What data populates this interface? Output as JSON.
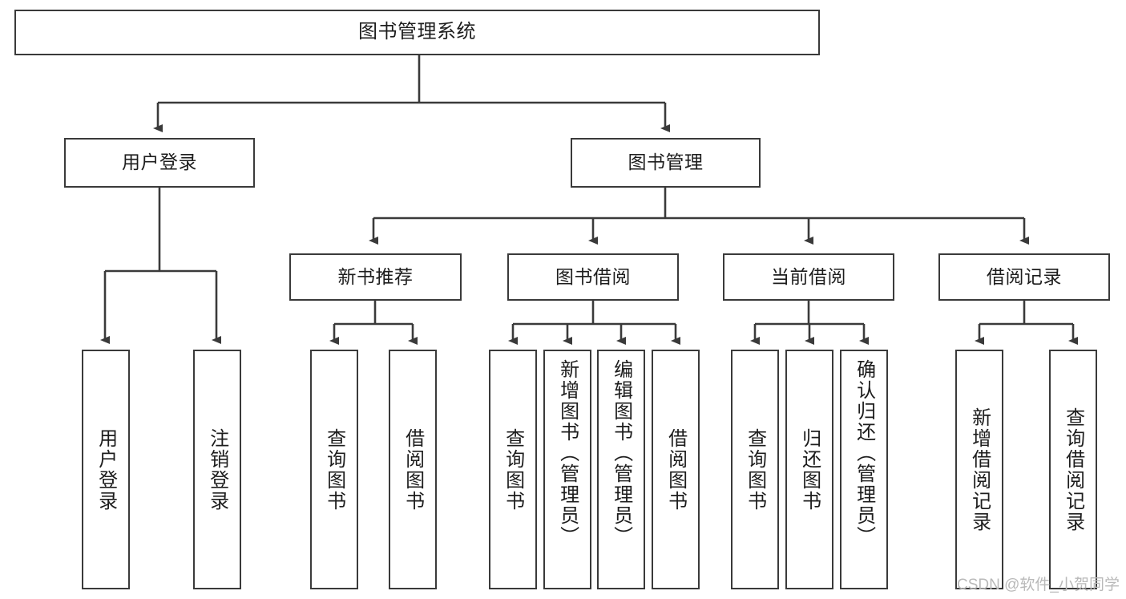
{
  "diagram": {
    "title": "图书管理系统",
    "type": "hierarchy-tree",
    "root": {
      "id": "root",
      "label": "图书管理系统"
    },
    "level1": [
      {
        "id": "user-login",
        "label": "用户登录"
      },
      {
        "id": "book-mgmt",
        "label": "图书管理"
      }
    ],
    "level2": [
      {
        "id": "new-book-rec",
        "label": "新书推荐",
        "parent": "book-mgmt"
      },
      {
        "id": "book-borrow",
        "label": "图书借阅",
        "parent": "book-mgmt"
      },
      {
        "id": "current-borrow",
        "label": "当前借阅",
        "parent": "book-mgmt"
      },
      {
        "id": "borrow-record",
        "label": "借阅记录",
        "parent": "book-mgmt"
      }
    ],
    "leaves": {
      "user_login": [
        {
          "id": "leaf-user-login",
          "label": "用户登录"
        },
        {
          "id": "leaf-user-logout",
          "label": "注销登录"
        }
      ],
      "new_book_rec": [
        {
          "id": "leaf-query-book-1",
          "label": "查询图书"
        },
        {
          "id": "leaf-borrow-book-1",
          "label": "借阅图书"
        }
      ],
      "book_borrow": [
        {
          "id": "leaf-query-book-2",
          "label": "查询图书"
        },
        {
          "id": "leaf-add-book",
          "label": "新增图书（管理员）"
        },
        {
          "id": "leaf-edit-book",
          "label": "编辑图书（管理员）"
        },
        {
          "id": "leaf-borrow-book-2",
          "label": "借阅图书"
        }
      ],
      "current_borrow": [
        {
          "id": "leaf-query-book-3",
          "label": "查询图书"
        },
        {
          "id": "leaf-return-book",
          "label": "归还图书"
        },
        {
          "id": "leaf-confirm-return",
          "label": "确认归还（管理员）"
        }
      ],
      "borrow_record": [
        {
          "id": "leaf-add-record",
          "label": "新增借阅记录"
        },
        {
          "id": "leaf-query-record",
          "label": "查询借阅记录"
        }
      ]
    },
    "colors": {
      "stroke": "#3a3a3a",
      "background": "#ffffff",
      "text": "#1d1d1d",
      "watermark": "#b9b9b9"
    }
  },
  "watermark": {
    "text": "CSDN @软件_小贺同学"
  }
}
